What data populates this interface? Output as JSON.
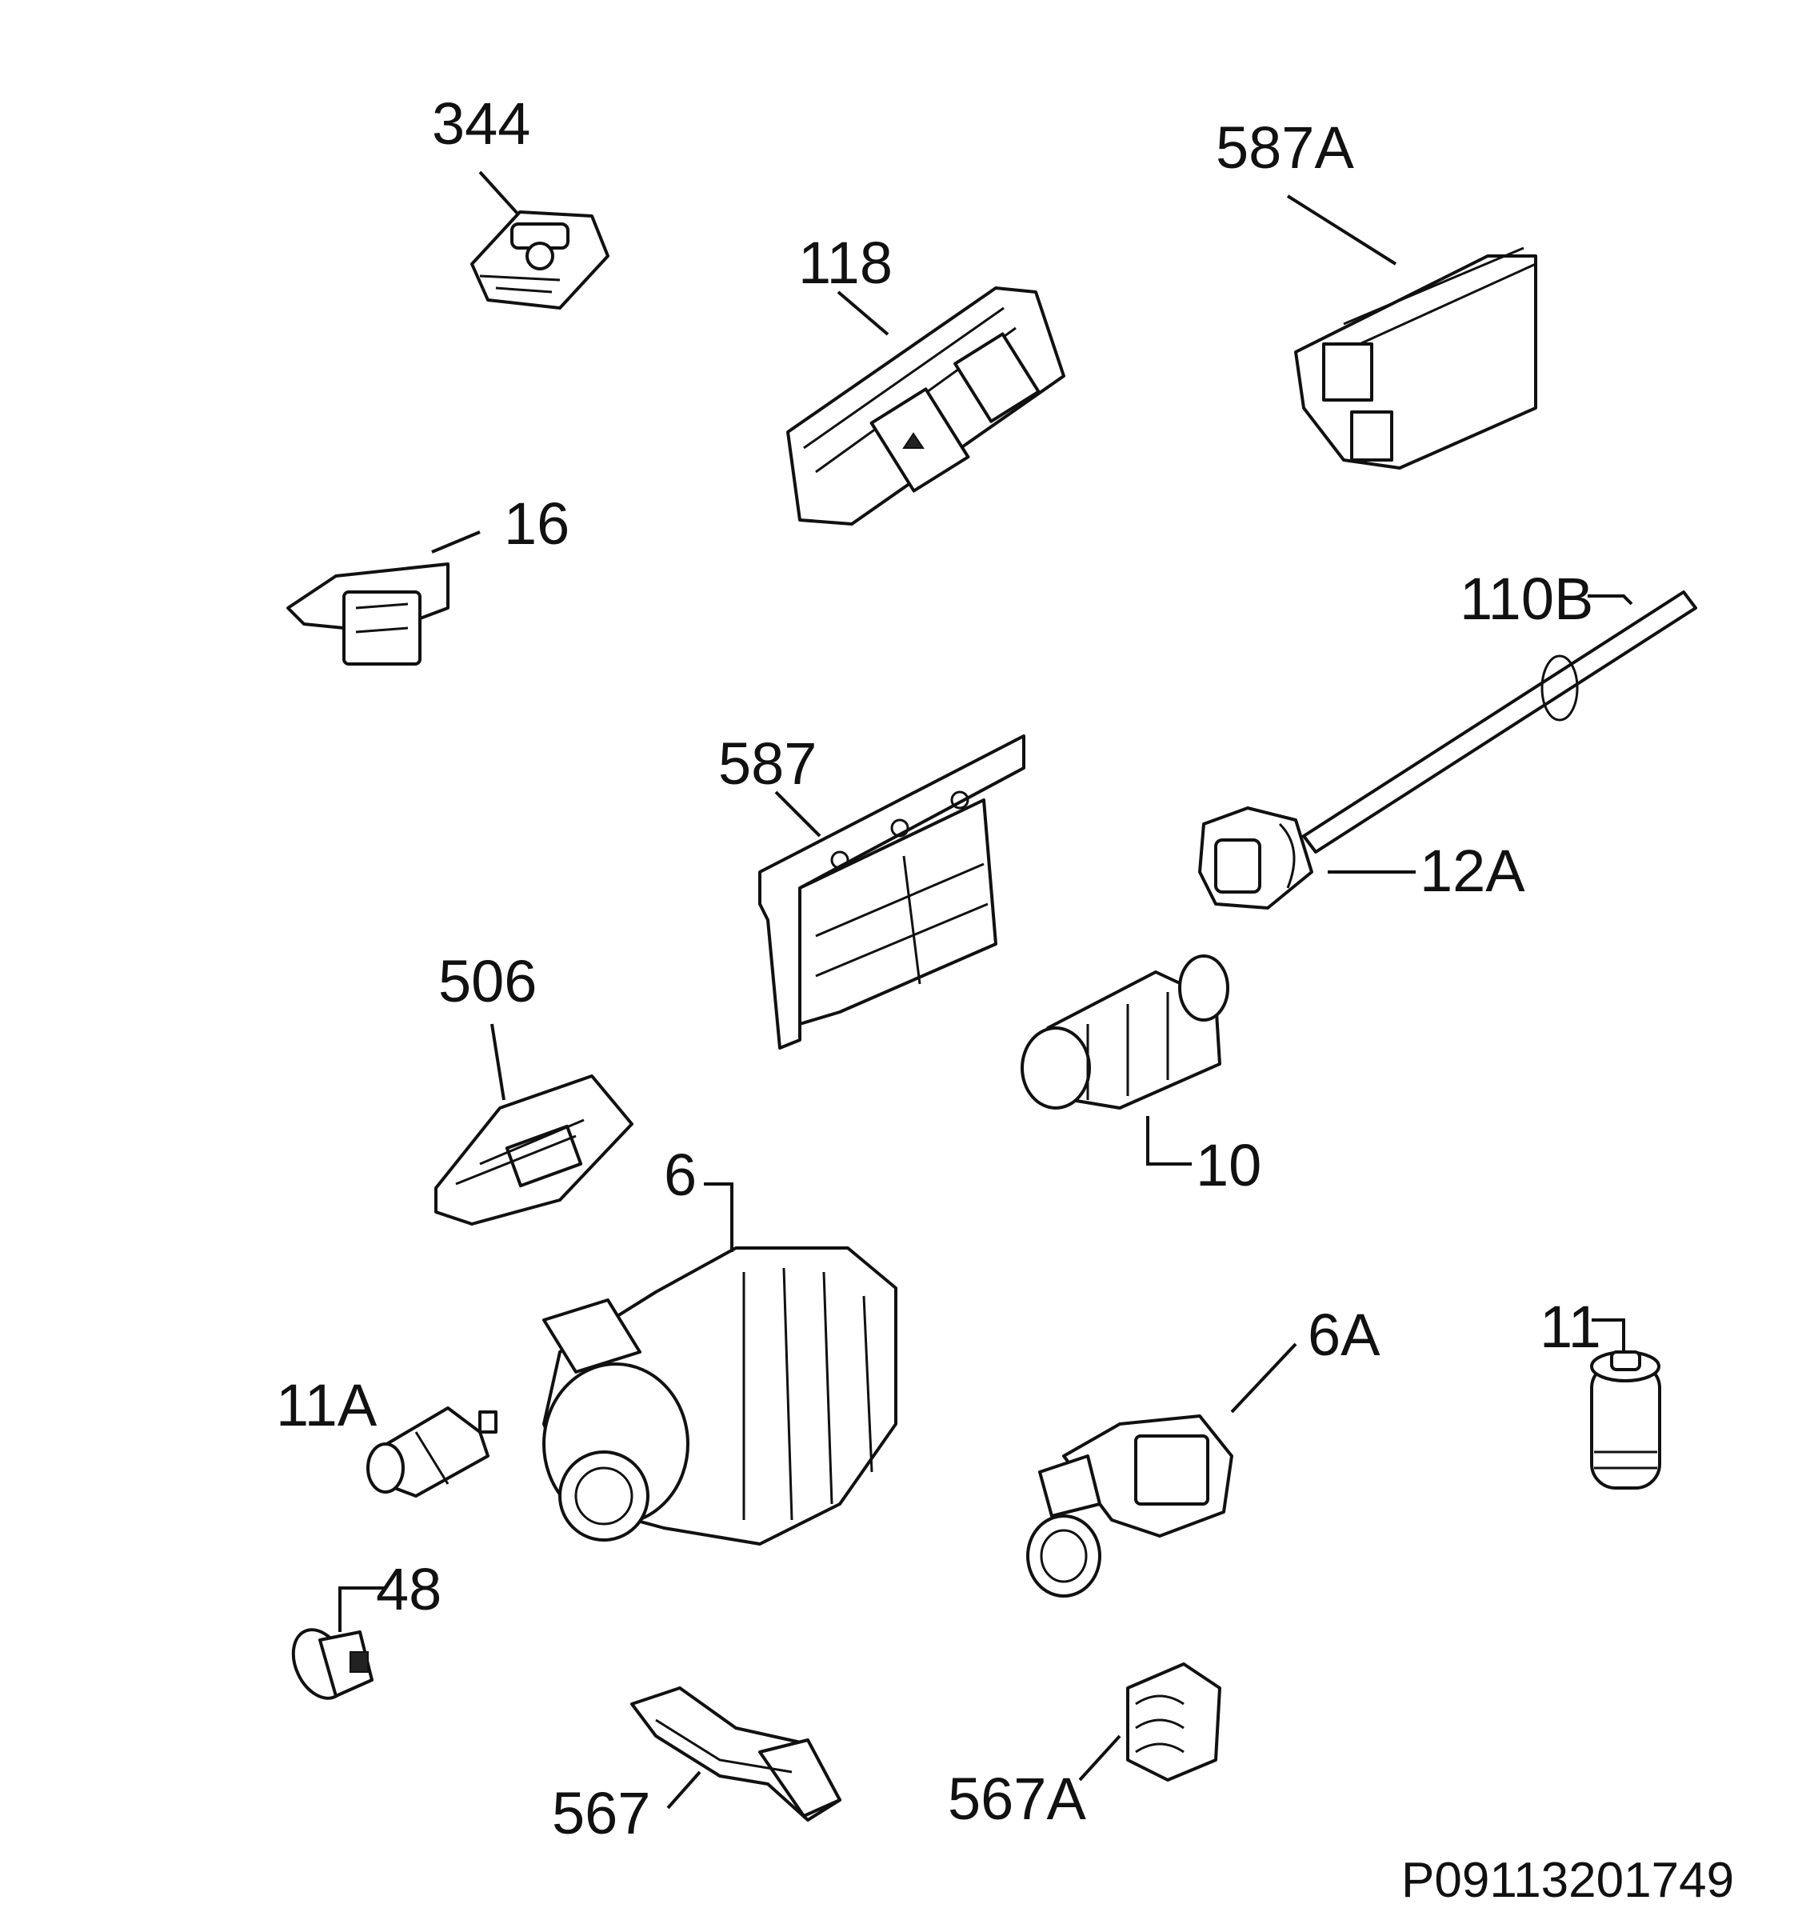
{
  "parts": [
    {
      "id": "p344",
      "label": "344"
    },
    {
      "id": "p587A",
      "label": "587A"
    },
    {
      "id": "p118",
      "label": "118"
    },
    {
      "id": "p16",
      "label": "16"
    },
    {
      "id": "p110B",
      "label": "110B"
    },
    {
      "id": "p587",
      "label": "587"
    },
    {
      "id": "p12A",
      "label": "12A"
    },
    {
      "id": "p506",
      "label": "506"
    },
    {
      "id": "p10",
      "label": "10"
    },
    {
      "id": "p6",
      "label": "6"
    },
    {
      "id": "p6A",
      "label": "6A"
    },
    {
      "id": "p11",
      "label": "11"
    },
    {
      "id": "p11A",
      "label": "11A"
    },
    {
      "id": "p48",
      "label": "48"
    },
    {
      "id": "p567",
      "label": "567"
    },
    {
      "id": "p567A",
      "label": "567A"
    }
  ],
  "document_id": "P09113201749"
}
